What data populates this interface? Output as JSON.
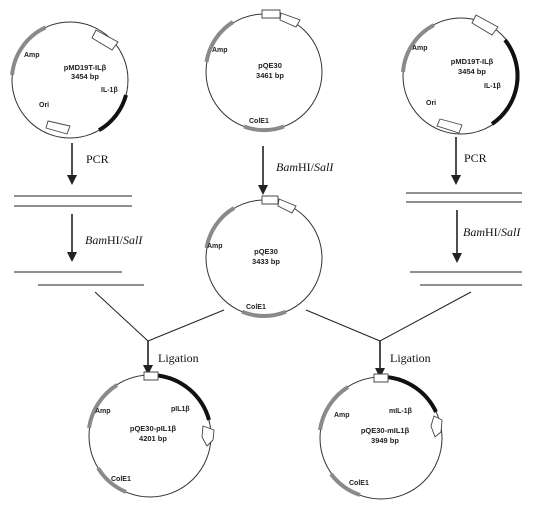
{
  "plasmid_top_left": {
    "name": "pMD19T-ILβ",
    "size": "3454 bp",
    "amp": "Amp",
    "ori": "Ori",
    "gene": "IL-1β"
  },
  "plasmid_top_center": {
    "name": "pQE30",
    "size": "3461 bp",
    "amp": "Amp",
    "ori": "ColE1"
  },
  "plasmid_top_right": {
    "name": "pMD19T-ILβ",
    "size": "3454 bp",
    "amp": "Amp",
    "ori": "Ori",
    "gene": "IL-1β"
  },
  "plasmid_middle": {
    "name": "pQE30",
    "size": "3433 bp",
    "amp": "Amp",
    "ori": "ColE1"
  },
  "plasmid_bottom_left": {
    "name": "pQE30-pIL1β",
    "size": "4201 bp",
    "amp": "Amp",
    "ori": "ColE1",
    "gene": "pIL1β"
  },
  "plasmid_bottom_right": {
    "name": "pQE30-mIL1β",
    "size": "3949 bp",
    "amp": "Amp",
    "ori": "ColE1",
    "gene": "mIL-1β"
  },
  "steps": {
    "pcr": "PCR",
    "digest_enzyme1": "Bam",
    "digest_enzyme1_rest": "HI/",
    "digest_enzyme2": "SalI",
    "ligation": "Ligation"
  }
}
